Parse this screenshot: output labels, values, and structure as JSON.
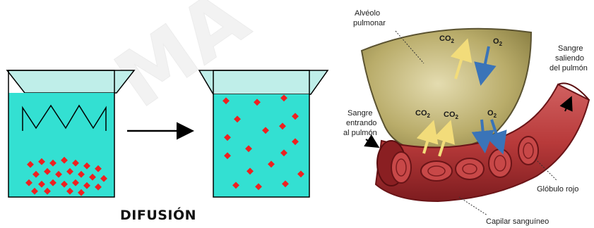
{
  "diffusion": {
    "caption": "DIFUSIÓN",
    "watermark": "MA",
    "colors": {
      "water": "#33e0d2",
      "water_top": "#bfeee9",
      "particle": "#ee2020",
      "outline": "#000000"
    }
  },
  "lung": {
    "labels": {
      "alveolo_1": "Alvéolo",
      "alveolo_2": "pulmonar",
      "co2_top": "CO",
      "o2_top": "O",
      "sangre_sale_1": "Sangre",
      "sangre_sale_2": "saliendo",
      "sangre_sale_3": "del pulmón",
      "sangre_entra_1": "Sangre",
      "sangre_entra_2": "entrando",
      "sangre_entra_3": "al pulmón",
      "co2_a": "CO",
      "co2_b": "CO",
      "o2_bottom": "O",
      "globulo": "Glóbulo rojo",
      "capilar": "Capilar sanguíneo",
      "subscript": "2"
    },
    "colors": {
      "alveolus": "#c9bd7e",
      "vessel": "#b83a3a",
      "vessel_dark": "#8a1f22",
      "co2_arrow": "#f2dc7a",
      "o2_arrow": "#3a74b8"
    }
  }
}
